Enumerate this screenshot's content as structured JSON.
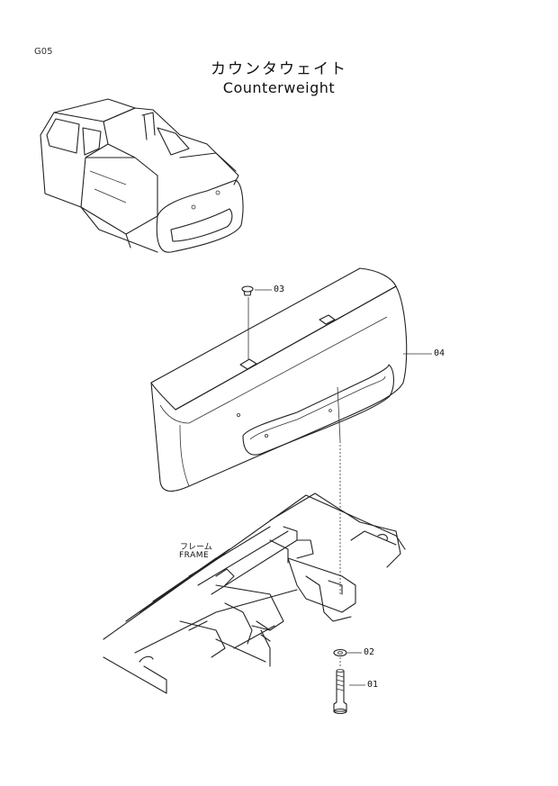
{
  "header": {
    "page_code": "G05",
    "title_jp": "カウンタウェイト",
    "title_en": "Counterweight"
  },
  "callouts": [
    {
      "id": "01"
    },
    {
      "id": "02"
    },
    {
      "id": "03"
    },
    {
      "id": "04"
    }
  ],
  "frame_label": {
    "jp": "フレーム",
    "en": "FRAME"
  }
}
